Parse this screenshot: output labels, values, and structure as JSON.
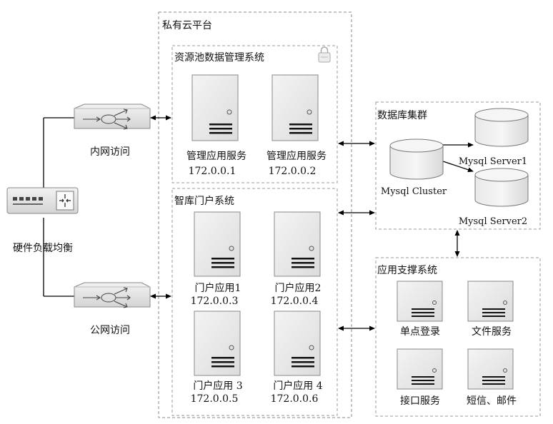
{
  "platform": {
    "title": "私有云平台"
  },
  "hardware_lb": {
    "label": "硬件负载均衡"
  },
  "intranet_router": {
    "label": "内网访问"
  },
  "public_router": {
    "label": "公网访问"
  },
  "resource_pool": {
    "title": "资源池数据管理系统",
    "servers": [
      {
        "name": "管理应用服务",
        "ip": "172.0.0.1"
      },
      {
        "name": "管理应用服务",
        "ip": "172.0.0.2"
      }
    ]
  },
  "portal": {
    "title": "智库门户系统",
    "servers": [
      {
        "name": "门户应用1",
        "ip": "172.0.0.3"
      },
      {
        "name": "门户应用2",
        "ip": "172.0.0.4"
      },
      {
        "name": "门户应用 3",
        "ip": "172.0.0.5"
      },
      {
        "name": "门户应用 4",
        "ip": "172.0.0.6"
      }
    ]
  },
  "db_cluster": {
    "title": "数据库集群",
    "cluster": "Mysql Cluster",
    "server1": "Mysql Server1",
    "server2": "Mysql Server2"
  },
  "support": {
    "title": "应用支撑系统",
    "services": [
      "单点登录",
      "文件服务",
      "接口服务",
      "短信、邮件"
    ]
  }
}
